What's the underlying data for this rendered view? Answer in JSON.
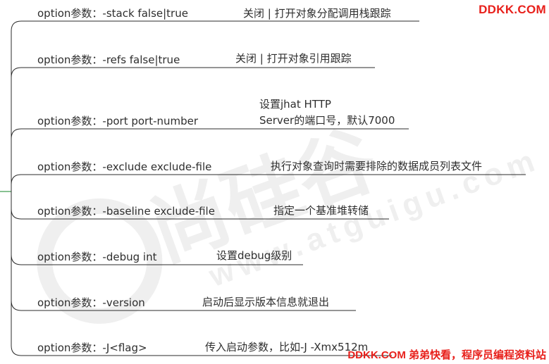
{
  "site_badge": "DDKK.COM",
  "footer_note": "DDKK.COM 弟弟快看，程序员编程资料站",
  "watermark": "尚硅谷 www.atguigu.com",
  "colors": {
    "line": "#2b2b2b",
    "brand_red": "#e8201b",
    "text": "#2e2e2e"
  },
  "options": [
    {
      "label": "option参数：-stack false|true",
      "desc": [
        "关闭 | 打开对象分配调用栈跟踪"
      ]
    },
    {
      "label": "option参数：-refs false|true",
      "desc": [
        "关闭 | 打开对象引用跟踪"
      ]
    },
    {
      "label": "option参数：-port port-number",
      "desc": [
        "设置jhat HTTP",
        "Server的端口号，默认7000"
      ]
    },
    {
      "label": "option参数：-exclude exclude-file",
      "desc": [
        "执行对象查询时需要排除的数据成员列表文件"
      ]
    },
    {
      "label": "option参数：-baseline exclude-file",
      "desc": [
        "指定一个基准堆转储"
      ]
    },
    {
      "label": "option参数：-debug int",
      "desc": [
        "设置debug级别"
      ]
    },
    {
      "label": "option参数：-version",
      "desc": [
        "启动后显示版本信息就退出"
      ]
    },
    {
      "label": "option参数：-J<flag>",
      "desc": [
        "传入启动参数，比如-J -Xmx512m"
      ]
    }
  ]
}
